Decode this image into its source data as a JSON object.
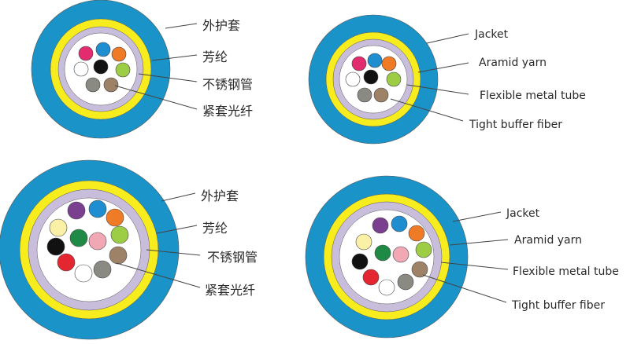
{
  "colors": {
    "jacket": "#1a93c9",
    "aramid": "#f7ec1e",
    "tube": "#c8bedb",
    "core": "#ffffff",
    "line": "#444444"
  },
  "fiber_colors": {
    "blue": "#1f8ed1",
    "orange": "#ef7b27",
    "red": "#e3262f",
    "pink": "#e22c6f",
    "white": "#ffffff",
    "black": "#111111",
    "green": "#1e8a45",
    "lime": "#9ccd45",
    "gray": "#8a8a82",
    "brown": "#9e8268",
    "purple": "#7a3f8f",
    "cream": "#fbf1a6",
    "rose": "#f2a8b4"
  },
  "cables": [
    {
      "id": "cable-cn-8",
      "labels": [
        "外护套",
        "芳纶",
        "不锈钢管",
        "紧套光纤"
      ],
      "fibers": [
        "pink",
        "blue",
        "orange",
        "white",
        "black",
        "lime",
        "gray",
        "brown"
      ]
    },
    {
      "id": "cable-en-8",
      "labels": [
        "Jacket",
        "Aramid yarn",
        "Flexible metal tube",
        "Tight buffer fiber"
      ],
      "fibers": [
        "pink",
        "blue",
        "orange",
        "white",
        "black",
        "lime",
        "gray",
        "brown"
      ]
    },
    {
      "id": "cable-cn-12",
      "labels": [
        "外护套",
        "芳纶",
        "不锈钢管",
        "紧套光纤"
      ],
      "fibers": [
        "purple",
        "blue",
        "orange",
        "cream",
        "green",
        "rose",
        "lime",
        "black",
        "red",
        "white",
        "gray",
        "brown"
      ]
    },
    {
      "id": "cable-en-12",
      "labels": [
        "Jacket",
        "Aramid yarn",
        "Flexible metal tube",
        "Tight buffer fiber"
      ],
      "fibers": [
        "purple",
        "blue",
        "orange",
        "cream",
        "green",
        "rose",
        "lime",
        "black",
        "red",
        "white",
        "gray",
        "brown"
      ]
    }
  ]
}
